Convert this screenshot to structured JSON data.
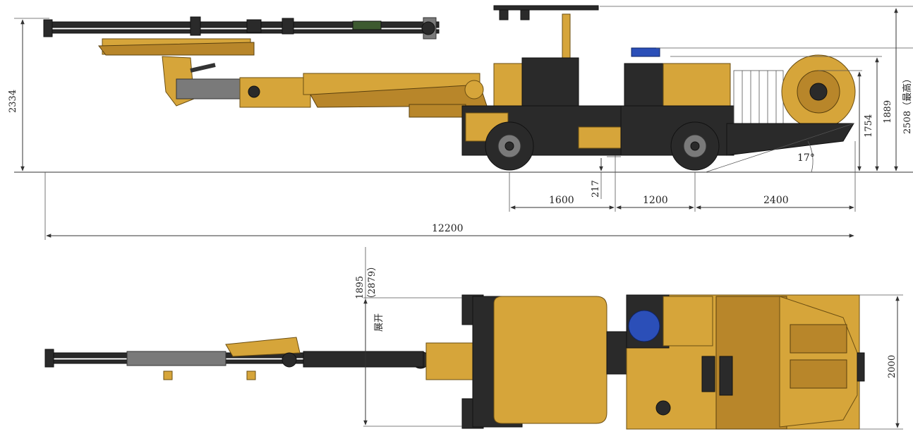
{
  "dimensions": {
    "side_height_left": "2334",
    "height_1754": "1754",
    "height_1889": "1889",
    "height_max": "2508（最高）",
    "ground_clearance": "217",
    "wheelbase_front": "1600",
    "wheelbase_mid": "1200",
    "rear_length": "2400",
    "overall_length": "12200",
    "departure_angle": "17°",
    "boom_width": "1895",
    "boom_width_expanded": "（2879）",
    "expanded_label": "展开",
    "overall_width": "2000"
  },
  "colors": {
    "machine_yellow": "#d6a53a",
    "machine_dark": "#2a2a2a",
    "tank_blue": "#2b4fb8",
    "line": "#333333"
  }
}
